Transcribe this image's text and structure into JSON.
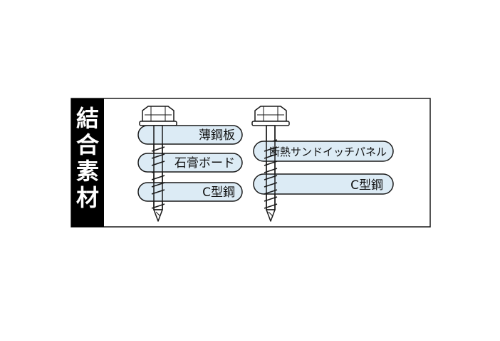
{
  "side_label": "結合素材",
  "screw_left": {
    "materials": [
      "薄鋼板",
      "石膏ボード",
      "C型鋼"
    ]
  },
  "screw_right": {
    "materials": [
      "断熱サンドイッチパネル",
      "C型鋼"
    ]
  },
  "colors": {
    "pill_fill": "#dcebf5",
    "outline": "#1a1a1a",
    "label_bg": "#000000",
    "label_text": "#ffffff"
  }
}
